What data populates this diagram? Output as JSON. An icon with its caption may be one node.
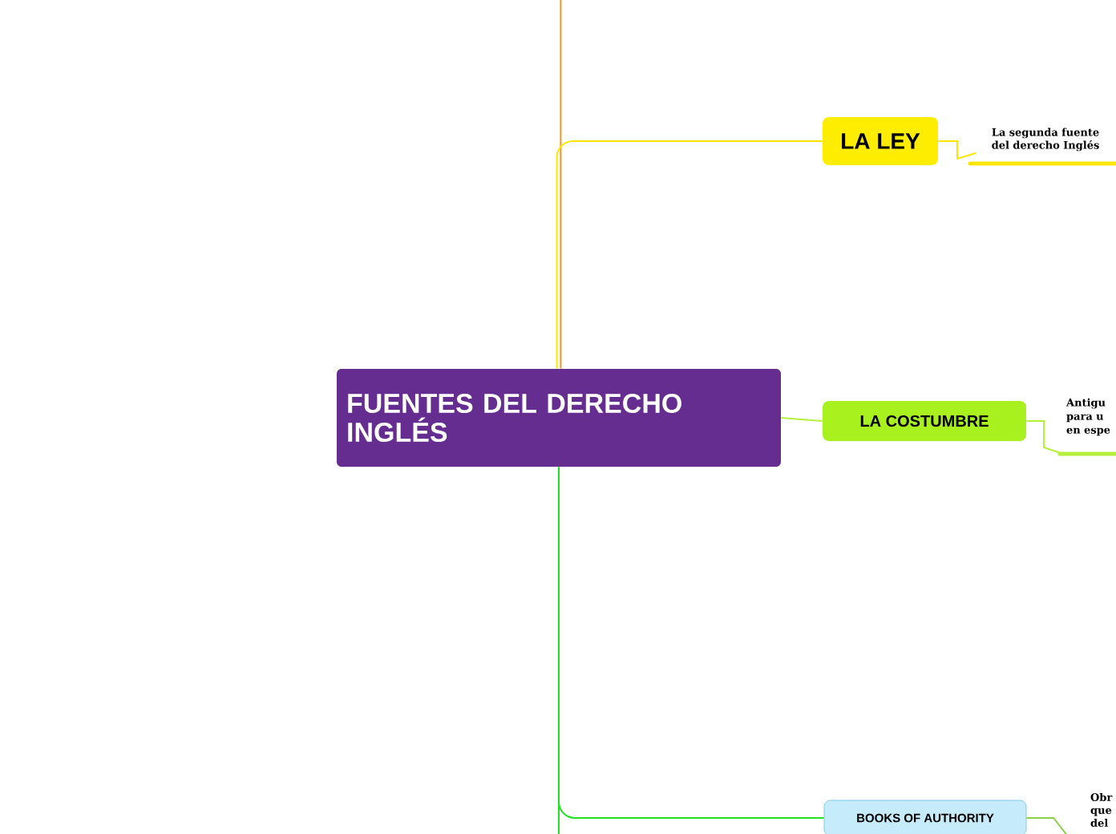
{
  "diagram": {
    "nodes": [
      {
        "text": [
          "FUENTES DEL DERECHO INGLÉS"
        ]
      },
      {
        "text": [
          "LA LEY"
        ]
      },
      {
        "text": [
          "LA COSTUMBRE"
        ]
      },
      {
        "text": [
          "BOOKS OF AUTHORITY"
        ]
      },
      {
        "text": [
          "La segunda fuente del derecho Inglés"
        ]
      },
      {
        "text": [
          "Antigu para u en espe"
        ]
      },
      {
        "text": [
          "Obr que del"
        ]
      }
    ],
    "edges": [
      {
        "from": 0,
        "to": null,
        "arrow": "none",
        "color": "#f7941d"
      },
      {
        "from": 0,
        "to": 1,
        "arrow": "none",
        "color": "#ffe600"
      },
      {
        "from": 0,
        "to": 2,
        "arrow": "none",
        "color": "#b5f03c"
      },
      {
        "from": 0,
        "to": 3,
        "arrow": "none",
        "color": "#22e022"
      },
      {
        "from": 0,
        "to": null,
        "arrow": "none",
        "color": "#22e022"
      },
      {
        "from": 1,
        "to": 4,
        "arrow": "none",
        "color": "#ffe600"
      },
      {
        "from": 2,
        "to": 5,
        "arrow": "none",
        "color": "#b5f03c"
      },
      {
        "from": 3,
        "to": 6,
        "arrow": "none",
        "color": "#8ad04a"
      }
    ]
  }
}
